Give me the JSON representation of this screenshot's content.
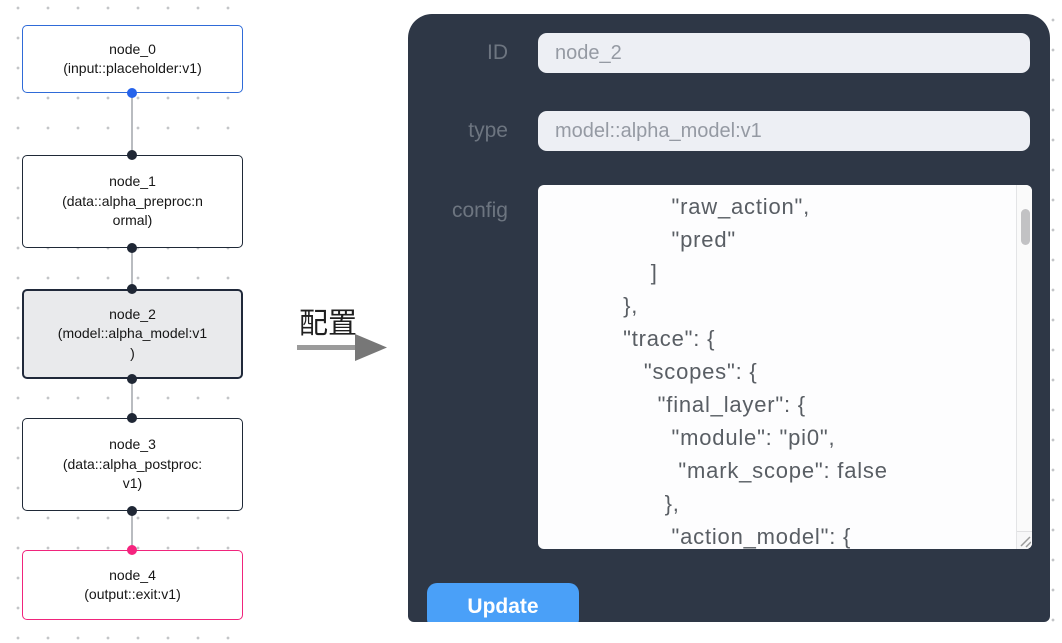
{
  "pipeline": {
    "nodes": [
      {
        "id": "node_0",
        "lines": [
          "node_0",
          "(input::placeholder:v1)"
        ],
        "accent": "#2f6bd8",
        "selected": false
      },
      {
        "id": "node_1",
        "lines": [
          "node_1",
          "(data::alpha_preproc:n",
          "ormal)"
        ],
        "accent": "#1f2937",
        "selected": false
      },
      {
        "id": "node_2",
        "lines": [
          "node_2",
          "(model::alpha_model:v1",
          ")"
        ],
        "accent": "#20293a",
        "selected": true
      },
      {
        "id": "node_3",
        "lines": [
          "node_3",
          "(data::alpha_postproc:",
          "v1)"
        ],
        "accent": "#1f2937",
        "selected": false
      },
      {
        "id": "node_4",
        "lines": [
          "node_4",
          "(output::exit:v1)"
        ],
        "accent": "#f0247c",
        "selected": false
      }
    ],
    "port_colors": {
      "default": "#1f2735",
      "input_node": "#2563eb",
      "output_node": "#f5247e"
    }
  },
  "transfer": {
    "label": "配置",
    "arrow_color": "#8f8f8f"
  },
  "panel": {
    "background": "#2e3746",
    "fields": [
      {
        "label": "ID",
        "value": "node_2"
      },
      {
        "label": "type",
        "value": "model::alpha_model:v1"
      }
    ],
    "config_label": "config",
    "config_text": "                 \"raw_action\",\n                 \"pred\"\n              ]\n          },\n          \"trace\": {\n             \"scopes\": {\n               \"final_layer\": {\n                 \"module\": \"pi0\",\n                  \"mark_scope\": false\n                },\n                 \"action_model\": {",
    "update_label": "Update",
    "button_color": "#4aa0f8"
  }
}
